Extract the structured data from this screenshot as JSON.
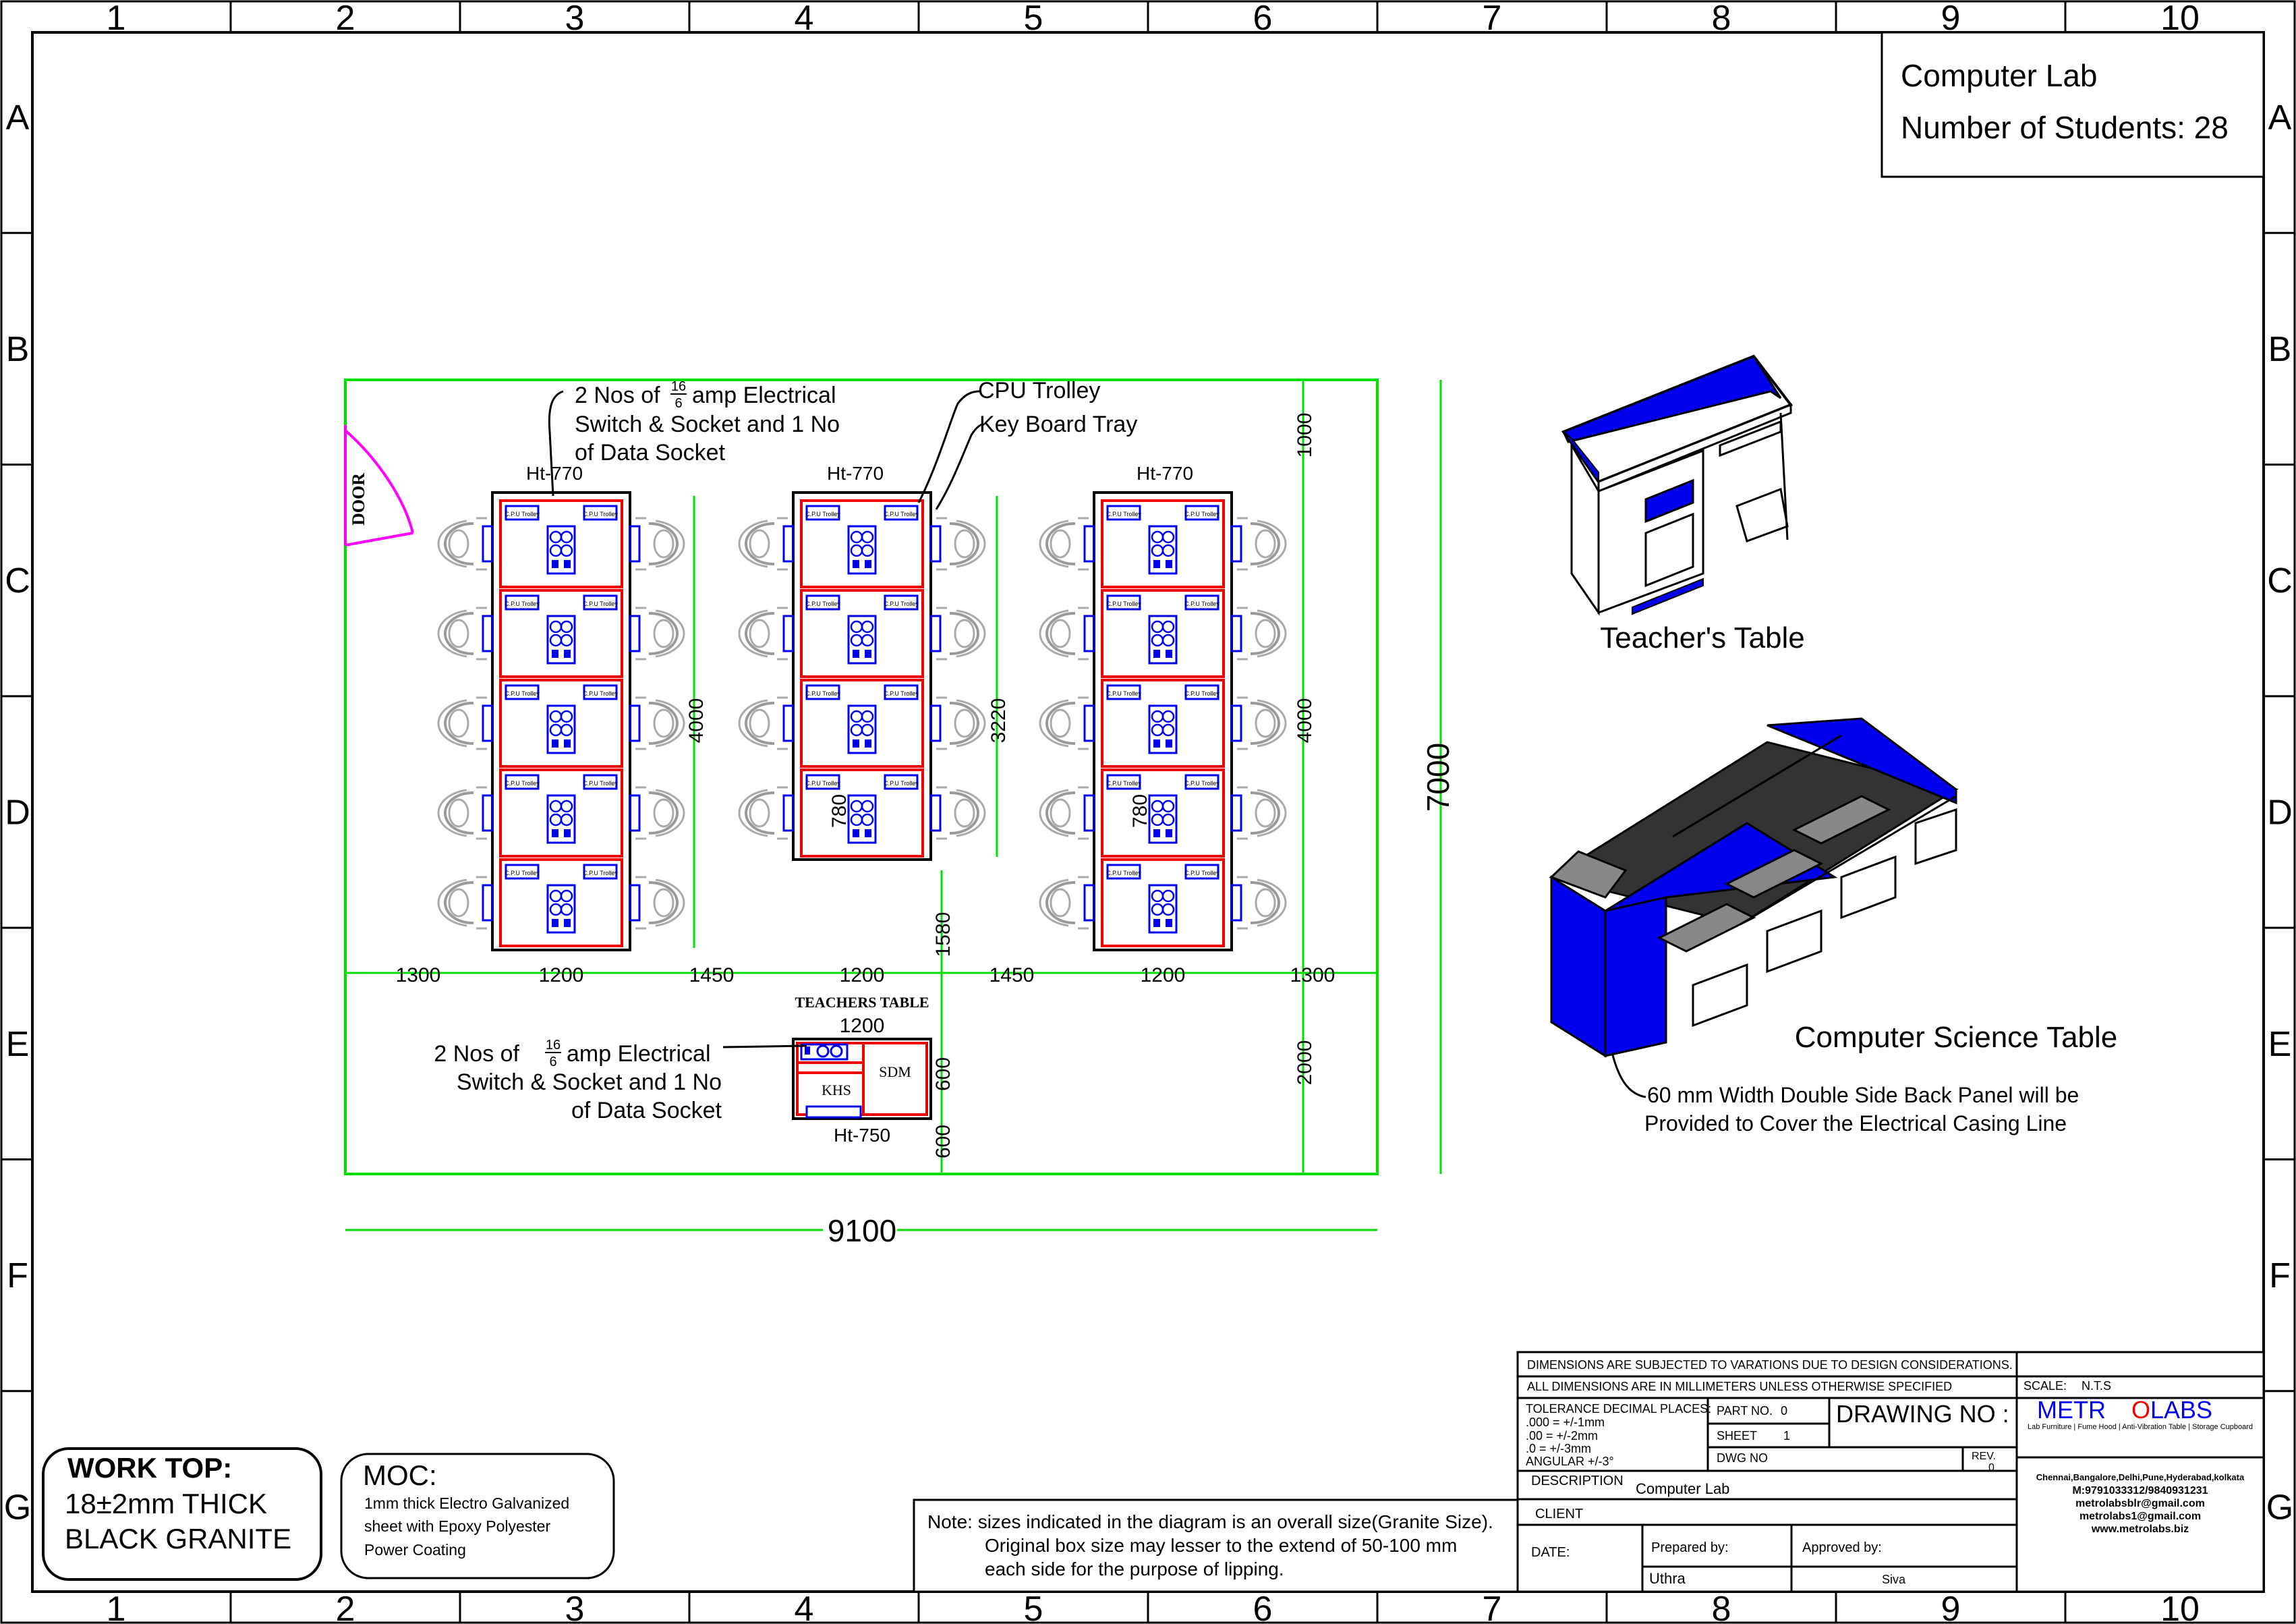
{
  "frame": {
    "columns": [
      "1",
      "2",
      "3",
      "4",
      "5",
      "6",
      "7",
      "8",
      "9",
      "10"
    ],
    "rows": [
      "A",
      "B",
      "C",
      "D",
      "E",
      "F",
      "G"
    ]
  },
  "title_box": {
    "line1": "Computer Lab",
    "line2": "Number of Students: 28"
  },
  "plan": {
    "door_label": "DOOR",
    "heights": {
      "table1": "Ht-770",
      "table2": "Ht-770",
      "table3": "Ht-770",
      "teacher": "Ht-750"
    },
    "callout_top": {
      "prefix": "2 Nos of",
      "frac_num": "16",
      "frac_den": "6",
      "suffix": "amp Electrical",
      "line2": "Switch & Socket and 1 No",
      "line3": "of Data Socket"
    },
    "callout_cpu": "CPU Trolley",
    "callout_kb": "Key Board Tray",
    "callout_teacher": {
      "prefix": "2 Nos of",
      "frac_num": "16",
      "frac_den": "6",
      "suffix": "amp Electrical",
      "line2": "Switch & Socket and 1 No",
      "line3": "of Data Socket"
    },
    "teachers_table_label": "TEACHERS TABLE",
    "khs": "KHS",
    "sdm": "SDM",
    "dims": {
      "d1300a": "1300",
      "d1200a": "1200",
      "d1450a": "1450",
      "d1200b": "1200",
      "d1450b": "1450",
      "d1200c": "1200",
      "d1300b": "1300",
      "d4000a": "4000",
      "d3220": "3220",
      "d4000b": "4000",
      "d1000": "1000",
      "d780a": "780",
      "d780b": "780",
      "d1580": "1580",
      "d1200t": "1200",
      "d600a": "600",
      "d600b": "600",
      "d2000": "2000",
      "d7000": "7000",
      "d9100": "9100"
    }
  },
  "isometric": {
    "teacher_label": "Teacher's Table",
    "cs_label": "Computer Science Table",
    "panel_note_1": "60 mm Width Double Side Back Panel will be",
    "panel_note_2": "Provided to Cover the Electrical Casing Line"
  },
  "work_top": {
    "title": "WORK TOP:",
    "line1": "18±2mm THICK",
    "line2": "BLACK GRANITE"
  },
  "moc": {
    "title": "MOC:",
    "line1": "1mm thick Electro Galvanized",
    "line2": "sheet with Epoxy Polyester",
    "line3": "Power Coating"
  },
  "note": {
    "line1": "Note: sizes indicated in the diagram is an overall size(Granite Size).",
    "line2": "Original box size may lesser to the extend of 50-100 mm",
    "line3": "each side for the purpose of lipping."
  },
  "title_block": {
    "r1": "DIMENSIONS ARE SUBJECTED TO VARATIONS DUE TO DESIGN CONSIDERATIONS.",
    "r2": "ALL DIMENSIONS ARE IN MILLIMETERS UNLESS OTHERWISE SPECIFIED",
    "scale_label": "SCALE:",
    "scale_value": "N.T.S",
    "tol_title": "TOLERANCE DECIMAL PLACES:",
    "tol1": ".000 = +/-1mm",
    "tol2": ".00 = +/-2mm",
    "tol3": ".0  =  +/-3mm",
    "tol4": "ANGULAR +/-3°",
    "part_label": "PART NO.",
    "part_value": "0",
    "sheet_label": "SHEET",
    "sheet_value": "1",
    "drawing_no": "DRAWING NO :",
    "dwg_no": "DWG NO",
    "rev_label": "REV.",
    "rev_value": "0",
    "desc_label": "DESCRIPTION",
    "desc_value": "Computer Lab",
    "client_label": "CLIENT",
    "date_label": "DATE:",
    "prepared_label": "Prepared by:",
    "prepared_value": "Uthra",
    "approved_label": "Approved by:",
    "approved_value": "Siva",
    "logo_a": "METR",
    "logo_b": "O LABS",
    "logo_tag": "Lab Furniture | Fume Hood | Anti-Vibration Table | Storage Cupboard",
    "contact1": "Chennai,Bangalore,Delhi,Pune,Hyderabad,kolkata",
    "contact2": "M:9791033312/9840931231",
    "contact3": "metrolabsblr@gmail.com",
    "contact4": "metrolabs1@gmail.com",
    "contact5": "www.metrolabs.biz"
  },
  "colors": {
    "green": "#00dd00",
    "blue": "#0000ee",
    "red": "#ee0000",
    "magenta": "#ff00ff",
    "grey": "#a0a0a0"
  }
}
